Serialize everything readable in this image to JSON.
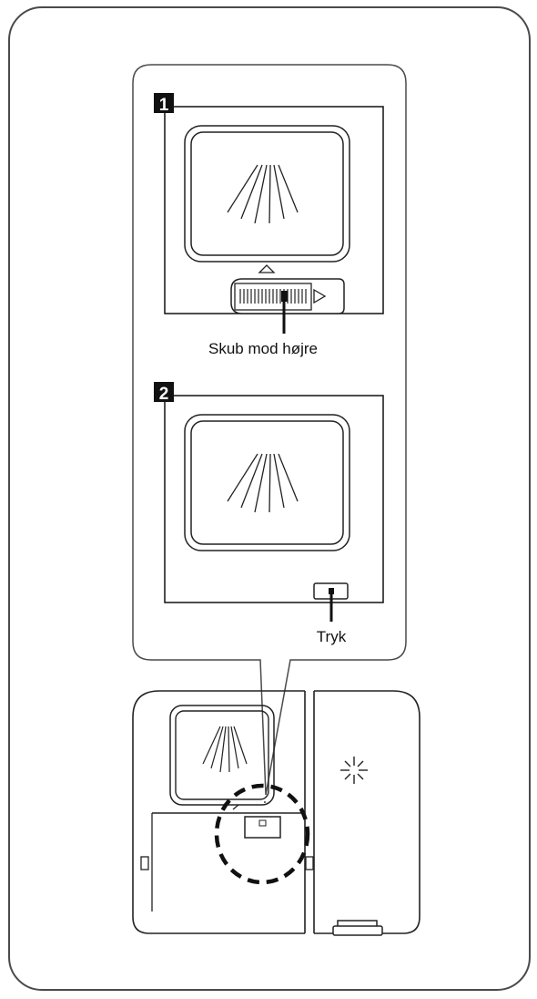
{
  "steps": [
    {
      "number": "1",
      "label": "Skub mod højre"
    },
    {
      "number": "2",
      "label": "Tryk"
    }
  ],
  "colors": {
    "frame": "#4a4a4a",
    "line": "#111111",
    "background": "#ffffff"
  },
  "icons": {
    "spray": "spray-icon",
    "slider": "slider-icon",
    "push_button": "button-icon",
    "sparkle": "sparkle-icon",
    "callout": "dashed-circle-highlight"
  }
}
